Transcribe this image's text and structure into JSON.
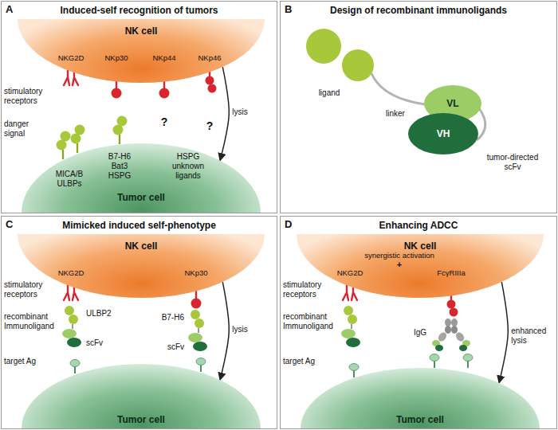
{
  "diagram": {
    "nodes": [
      {
        "text": [
          "A",
          "Induced-self recognition of tumors"
        ]
      },
      {
        "text": [
          "NK cell"
        ],
        "in": 0
      },
      {
        "text": [
          "Tumor cell"
        ],
        "in": 0
      },
      {
        "text": [
          "B",
          "Design of recombinant immunoligands"
        ]
      },
      {
        "text": [
          "VL"
        ],
        "in": 3
      },
      {
        "text": [
          "VH"
        ],
        "in": 3
      },
      {
        "text": [
          "C",
          "Mimicked induced self-phenotype"
        ]
      },
      {
        "text": [
          "NK cell"
        ],
        "in": 6
      },
      {
        "text": [
          "Tumor cell"
        ],
        "in": 6
      },
      {
        "text": [
          "D",
          "Enhancing ADCC"
        ]
      },
      {
        "text": [
          "NK cell"
        ],
        "in": 9
      },
      {
        "text": [
          "Tumor cell"
        ],
        "in": 9
      }
    ],
    "edges": [
      {
        "from": 1,
        "to": 2,
        "label": "lysis",
        "arrow": "to"
      },
      {
        "from": 7,
        "to": 8,
        "label": "lysis",
        "arrow": "to"
      },
      {
        "from": 10,
        "to": 11,
        "label": "enhanced lysis",
        "arrow": "to"
      }
    ],
    "labels": [
      "stimulatory receptors",
      "NKG2D",
      "NKp30",
      "NKp44",
      "NKp46",
      "danger signal",
      "MICA/B ULBPs",
      "B7-H6 Bat3 HSPG",
      "HSPG unknown ligands",
      "?",
      "?",
      "ligand",
      "linker",
      "tumor-directed scFv",
      "stimulatory receptors",
      "NKG2D",
      "NKp30",
      "ULBP2",
      "B7-H6",
      "recombinant Immunoligand",
      "scFv",
      "scFv",
      "target Ag",
      "synergistic activation",
      "+",
      "stimulatory receptors",
      "NKG2D",
      "FcγRIIIa",
      "recombinant Immunoligand",
      "IgG",
      "target Ag"
    ]
  }
}
